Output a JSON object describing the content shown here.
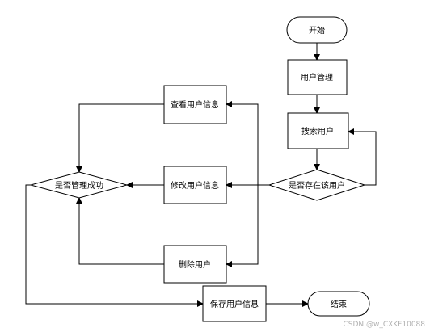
{
  "nodes": {
    "start": "开始",
    "user_management": "用户管理",
    "search_user": "搜索用户",
    "user_exists": "是否存在该用户",
    "view_user_info": "查看用户信息",
    "edit_user_info": "修改用户信息",
    "delete_user": "删除用户",
    "management_success": "是否管理成功",
    "save_user_info": "保存用户信息",
    "end": "结束"
  },
  "watermark": "CSDN @w_CXKF10088"
}
